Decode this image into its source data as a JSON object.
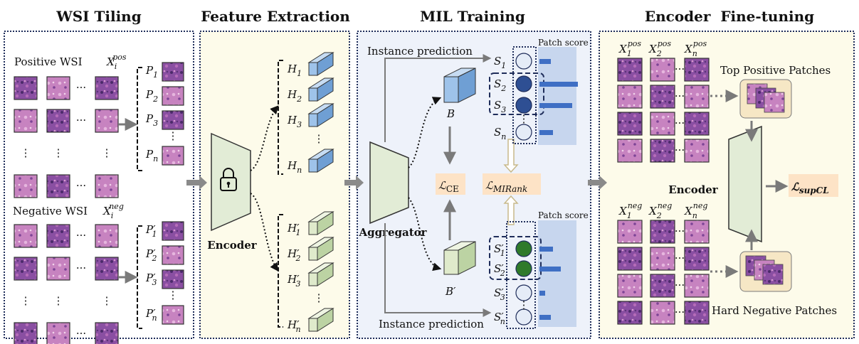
{
  "titles": {
    "tiling": "WSI Tiling",
    "feature": "Feature Extraction",
    "mil": "MIL Training",
    "finetune": "Encoder  Fine-tuning"
  },
  "tiling": {
    "positive_label": "Positive WSI",
    "positive_sym": "X",
    "positive_sub": "i",
    "positive_sup": "pos",
    "negative_label": "Negative WSI",
    "negative_sym": "X",
    "negative_sub": "i",
    "negative_sup": "neg",
    "dots_h": "···",
    "dots_v": "⋮",
    "pos_patches": [
      "P",
      "P",
      "P",
      "P"
    ],
    "pos_patch_subs": [
      "1",
      "2",
      "3",
      "n"
    ],
    "neg_patches": [
      "P",
      "P",
      "P",
      "P"
    ],
    "neg_patch_subs": [
      "1",
      "2",
      "3",
      "n"
    ]
  },
  "feature": {
    "encoder_label": "Encoder",
    "pos_feats": [
      "H",
      "H",
      "H",
      "H"
    ],
    "pos_subs": [
      "1",
      "2",
      "3",
      "n"
    ],
    "neg_feats": [
      "H",
      "H",
      "H",
      "H"
    ],
    "neg_subs": [
      "1",
      "2",
      "3",
      "n"
    ]
  },
  "mil": {
    "inst_pred_top": "Instance prediction",
    "inst_pred_bottom": "Instance prediction",
    "patch_score_top": "Patch score",
    "patch_score_bottom": "Patch score",
    "aggregator_label": "Aggregator",
    "B": "B",
    "B_prime": "B′",
    "loss_ce": "ℒ",
    "loss_ce_sub": "CE",
    "loss_rank": "ℒ",
    "loss_rank_sub": "MIRank",
    "scores_top": [
      "S",
      "S",
      "S",
      "S"
    ],
    "scores_top_subs": [
      "1",
      "2",
      "3",
      "n"
    ],
    "scores_bottom": [
      "S",
      "S",
      "S",
      "S"
    ],
    "scores_bottom_subs": [
      "1",
      "2",
      "3",
      "n"
    ],
    "bars_top": [
      0.3,
      1.0,
      0.85,
      0.35
    ],
    "bars_bottom": [
      0.35,
      0.55,
      0.15,
      0.3
    ]
  },
  "finetune": {
    "pos_headers": [
      "X",
      "X",
      "X"
    ],
    "pos_header_subs": [
      "1",
      "2",
      "n"
    ],
    "pos_header_sup": "pos",
    "neg_headers": [
      "X",
      "X",
      "X"
    ],
    "neg_header_subs": [
      "1",
      "2",
      "n"
    ],
    "neg_header_sup": "neg",
    "top_pos_label": "Top Positive Patches",
    "hard_neg_label": "Hard Negative Patches",
    "encoder_label": "Encoder",
    "loss": "ℒ",
    "loss_sub": "supCL"
  },
  "colors": {
    "panel_border": "#1f2d5a",
    "tiling_bg": "#ffffff",
    "feature_bg": "#fdfbea",
    "mil_bg": "#eef2fa",
    "finetune_bg": "#fdfbea",
    "tissue_pink": "#c45aa8",
    "tissue_purple": "#6a3a8e",
    "pos_cube": "#9ec3ea",
    "neg_cube": "#dfeacb",
    "score_dark_blue": "#2e4f93",
    "score_dark_green": "#2f7a2a",
    "score_light": "#e5ecf7",
    "bar_blue": "#3f6fc4",
    "score_panel": "#c7d6ee",
    "loss_bg": "#fde3c6",
    "arrow_gray": "#808080",
    "encoder_fill": "#e2ecd6"
  }
}
